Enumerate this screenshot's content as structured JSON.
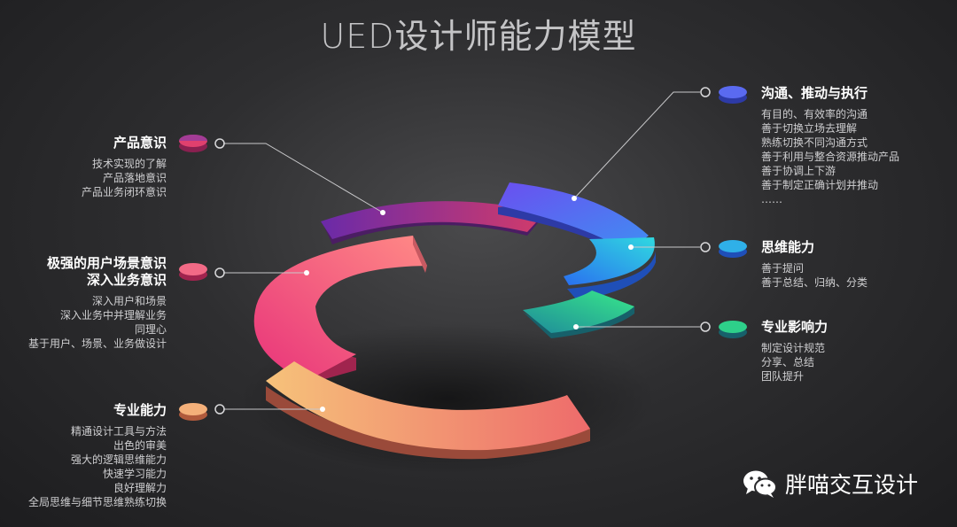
{
  "title": "UED设计师能力模型",
  "segments": [
    {
      "id": "product",
      "heading": [
        "产品意识"
      ],
      "items": [
        "技术实现的了解",
        "产品落地意识",
        "产品业务闭环意识"
      ],
      "color_start": "#d23b6a",
      "color_end": "#6a2aa8"
    },
    {
      "id": "scenario",
      "heading": [
        "极强的用户场景意识",
        "深入业务意识"
      ],
      "items": [
        "深入用户和场景",
        "深入业务中并理解业务",
        "同理心",
        "基于用户、场景、业务做设计"
      ],
      "color_start": "#ff7a86",
      "color_end": "#e83a78"
    },
    {
      "id": "professional",
      "heading": [
        "专业能力"
      ],
      "items": [
        "精通设计工具与方法",
        "出色的审美",
        "强大的逻辑思维能力",
        "快速学习能力",
        "良好理解力",
        "全局思维与细节思维熟练切换"
      ],
      "color_start": "#f6c27a",
      "color_end": "#ee6b6b"
    },
    {
      "id": "communication",
      "heading": [
        "沟通、推动与执行"
      ],
      "items": [
        "有目的、有效率的沟通",
        "善于切换立场去理解",
        "熟练切换不同沟通方式",
        "善于利用与整合资源推动产品",
        "善于协调上下游",
        "善于制定正确计划并推动",
        "……"
      ],
      "color_start": "#6a4ff0",
      "color_end": "#3f8ff2"
    },
    {
      "id": "thinking",
      "heading": [
        "思维能力"
      ],
      "items": [
        "善于提问",
        "善于总结、归纳、分类"
      ],
      "color_start": "#2fd0e0",
      "color_end": "#2a6ff0"
    },
    {
      "id": "influence",
      "heading": [
        "专业影响力"
      ],
      "items": [
        "制定设计规范",
        "分享、总结",
        "团队提升"
      ],
      "color_start": "#2ee08a",
      "color_end": "#1e8a9a"
    }
  ],
  "brand": {
    "name": "胖喵交互设计",
    "icon": "wechat-icon"
  }
}
